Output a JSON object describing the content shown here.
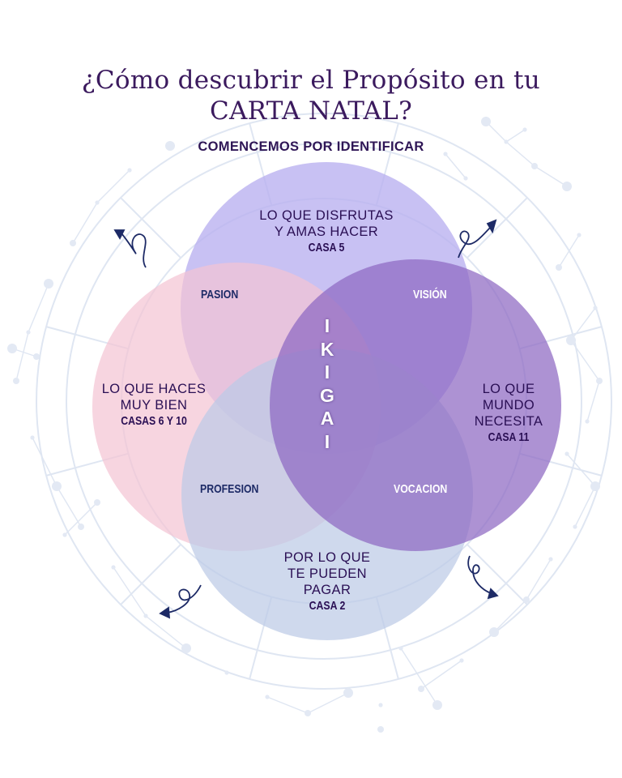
{
  "title": {
    "line1": "¿Cómo descubrir el Propósito en tu",
    "line2": "CARTA NATAL?"
  },
  "subtitle": "COMENCEMOS POR IDENTIFICAR",
  "circles": {
    "top": {
      "line1": "LO QUE DISFRUTAS",
      "line2": "Y AMAS HACER",
      "casa": "CASA 5",
      "color": "#b9b0ef"
    },
    "left": {
      "line1": "LO QUE HACES",
      "line2": "MUY BIEN",
      "casa": "CASAS 6 Y 10",
      "color": "#f3c3d3"
    },
    "right": {
      "line1": "LO QUE",
      "line2": "MUNDO",
      "line3": "NECESITA",
      "casa": "CASA 11",
      "color": "#8e68c2"
    },
    "bottom": {
      "line1": "POR LO QUE",
      "line2": "TE PUEDEN",
      "line3": "PAGAR",
      "casa": "CASA 2",
      "color": "#bccbe6"
    }
  },
  "zones": {
    "pasion": "PASION",
    "vision": "VISIÓN",
    "profesion": "PROFESION",
    "vocacion": "VOCACION"
  },
  "center": {
    "letters": [
      "I",
      "K",
      "I",
      "G",
      "A",
      "I"
    ]
  },
  "colors": {
    "title": "#3b1a5e",
    "text": "#2a0f54",
    "arrow": "#1d2a66",
    "wheel": "#dfe6f2"
  }
}
